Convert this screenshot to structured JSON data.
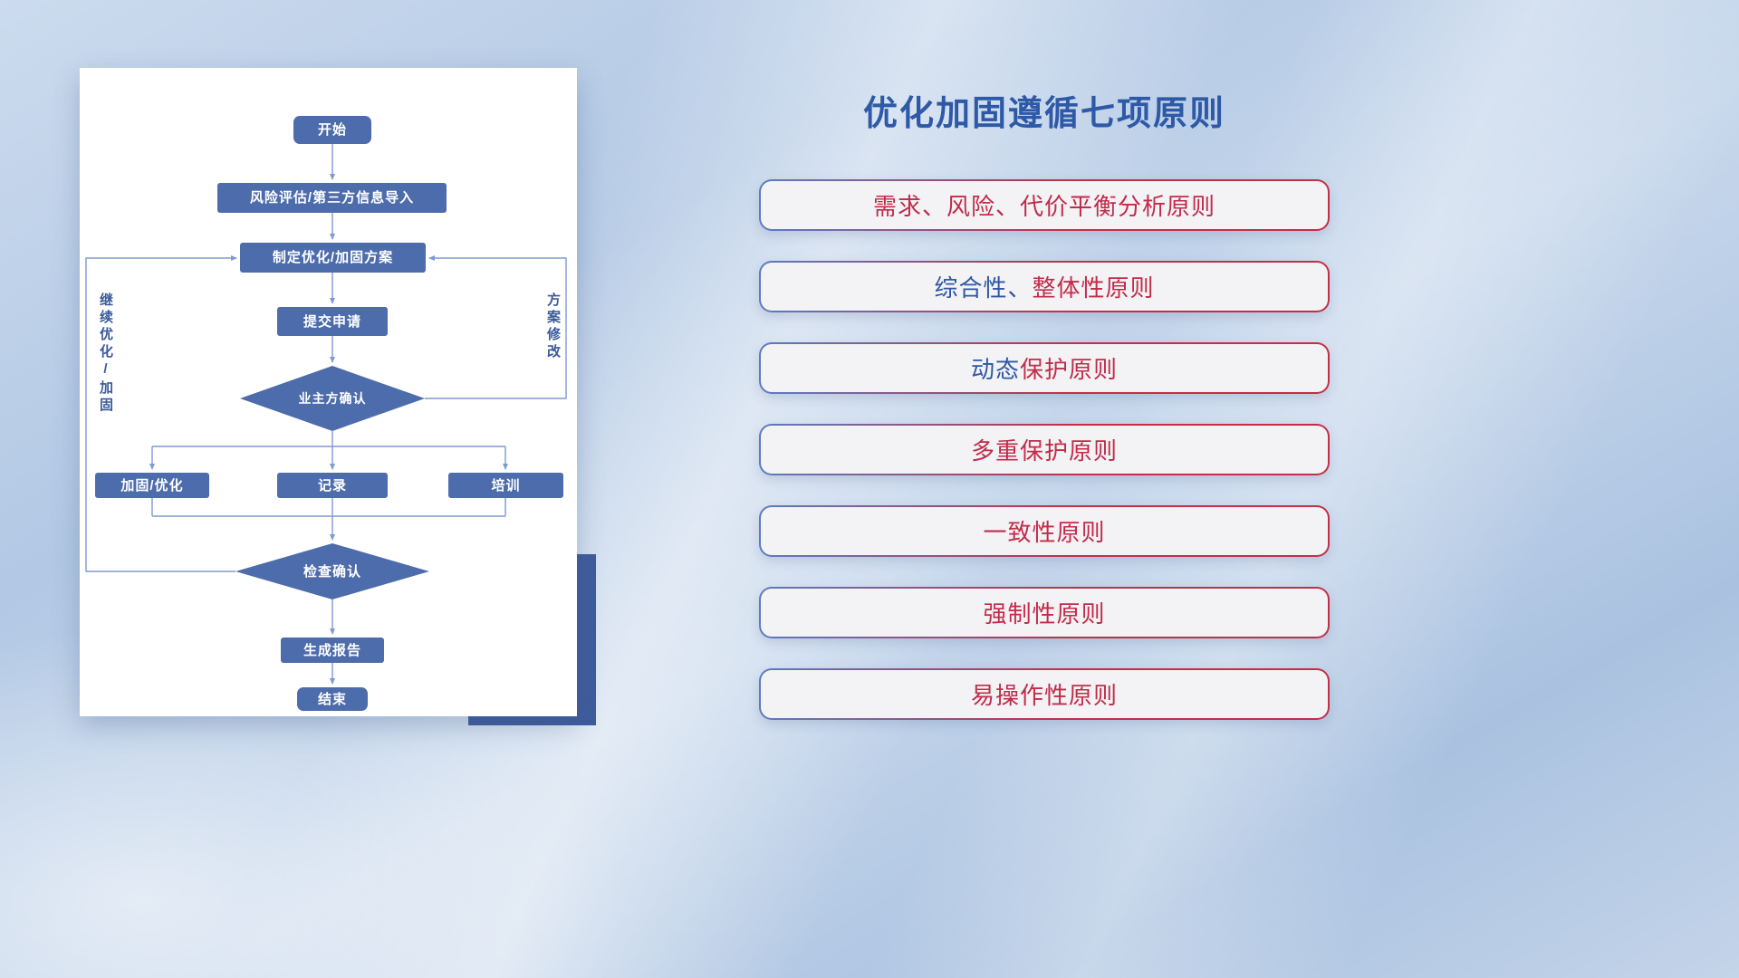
{
  "flowchart": {
    "nodes": {
      "start": "开始",
      "risk": "风险评估/第三方信息导入",
      "plan": "制定优化/加固方案",
      "submit": "提交申请",
      "owner_confirm": "业主方确认",
      "harden": "加固/优化",
      "record": "记录",
      "training": "培训",
      "check": "检查确认",
      "report": "生成报告",
      "end": "结束"
    },
    "edge_labels": {
      "left_loop": "继续优化/加固",
      "right_loop": "方案修改"
    }
  },
  "panel": {
    "title": "优化加固遵循七项原则",
    "principles": [
      {
        "segments": [
          {
            "text": "需求、风险、代价平衡分析原则",
            "color": "red"
          }
        ]
      },
      {
        "segments": [
          {
            "text": "综合性、",
            "color": "blue"
          },
          {
            "text": "整体性原则",
            "color": "red"
          }
        ]
      },
      {
        "segments": [
          {
            "text": "动态",
            "color": "blue"
          },
          {
            "text": "保护原则",
            "color": "red"
          }
        ]
      },
      {
        "segments": [
          {
            "text": "多重保护原则",
            "color": "red"
          }
        ]
      },
      {
        "segments": [
          {
            "text": "一致性原则",
            "color": "red"
          }
        ]
      },
      {
        "segments": [
          {
            "text": "强制性原则",
            "color": "red"
          }
        ]
      },
      {
        "segments": [
          {
            "text": "易操作性原则",
            "color": "red"
          }
        ]
      }
    ]
  },
  "colors": {
    "title_blue": "#2e59a7",
    "principle_text_red": "#c22b4a",
    "principle_text_blue": "#2f57a6",
    "node_fill": "#4d6cab",
    "connector_blue": "#7e9ad0",
    "accent_square_blue": "#3e5c9b"
  }
}
